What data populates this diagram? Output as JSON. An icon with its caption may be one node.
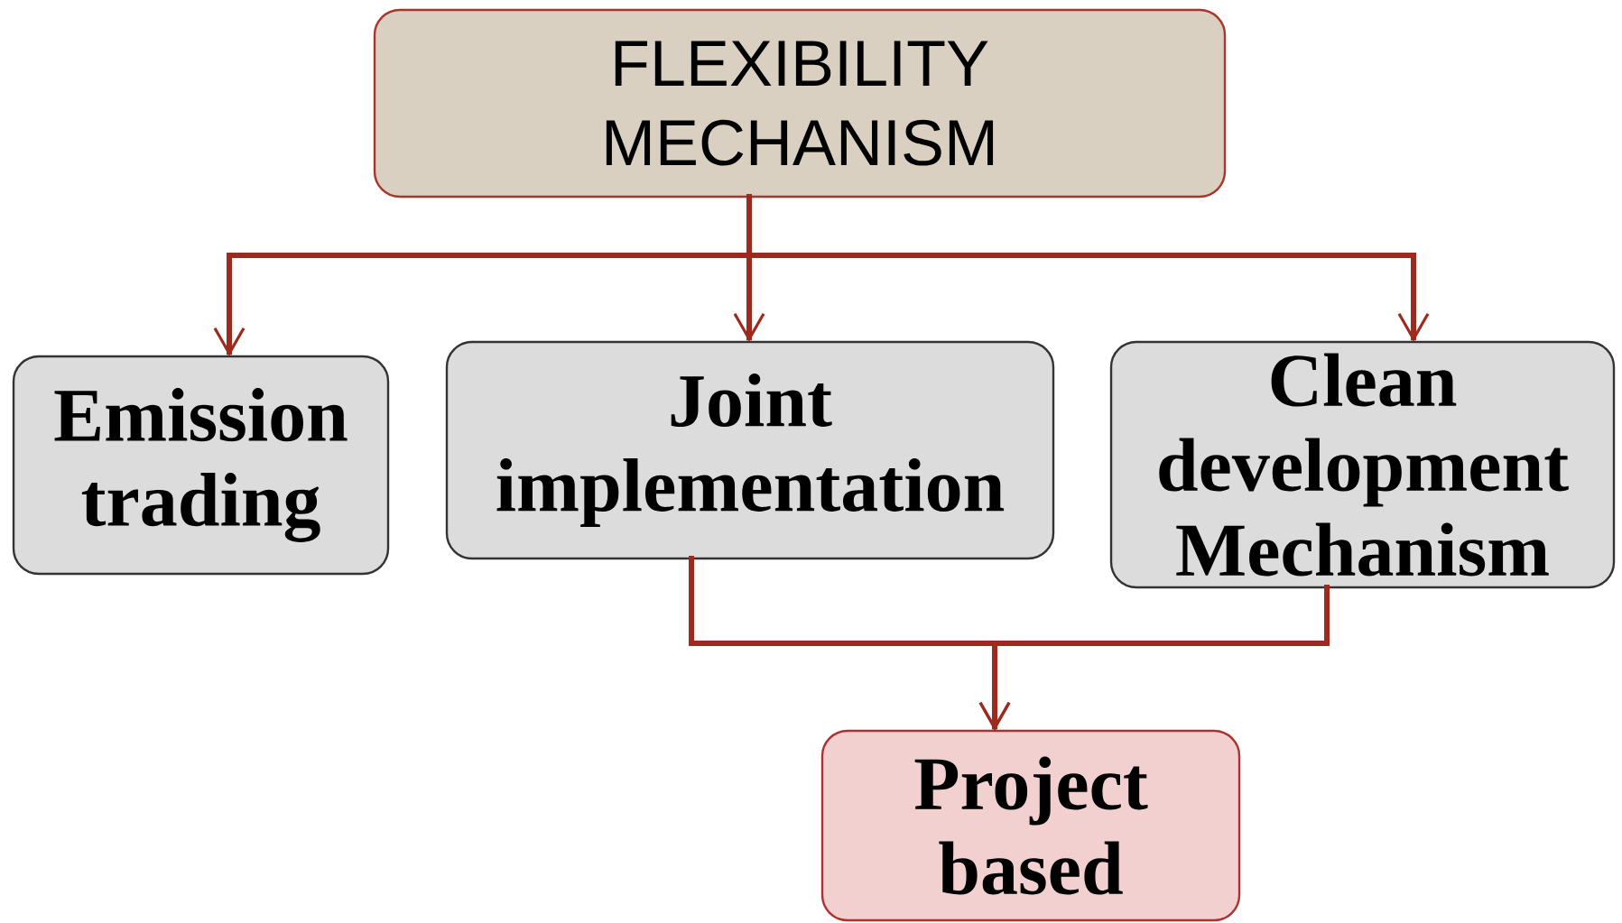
{
  "diagram": {
    "nodes": [
      {
        "text": [
          "FLEXIBILITY MECHANISM"
        ]
      },
      {
        "text": [
          "Emission trading"
        ]
      },
      {
        "text": [
          "Joint implementation"
        ]
      },
      {
        "text": [
          "Clean development Mechanism"
        ]
      },
      {
        "text": [
          "Project based"
        ]
      }
    ],
    "edges": [
      {
        "from": 0,
        "to": 1,
        "arrow": "to"
      },
      {
        "from": 0,
        "to": 2,
        "arrow": "to"
      },
      {
        "from": 0,
        "to": 3,
        "arrow": "to"
      },
      {
        "from": 2,
        "to": 4,
        "arrow": "to"
      },
      {
        "from": 3,
        "to": 4,
        "arrow": "to"
      }
    ]
  }
}
